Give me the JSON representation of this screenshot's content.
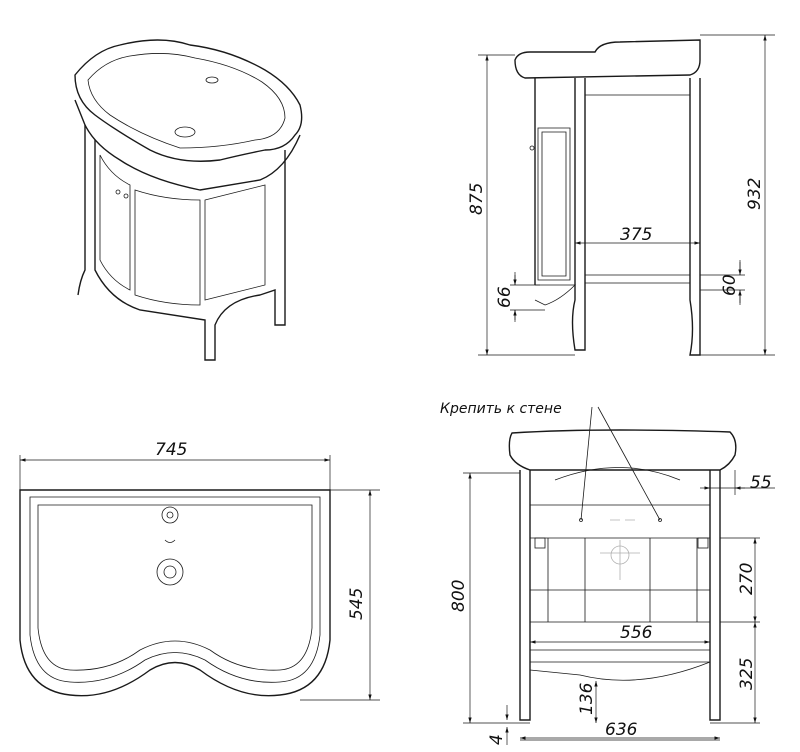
{
  "side_view": {
    "height_875": "875",
    "height_932": "932",
    "depth_375": "375",
    "dim_66": "66",
    "dim_60": "60"
  },
  "top_view": {
    "width_745": "745",
    "depth_545": "545"
  },
  "front_view": {
    "note": "Крепить к стене",
    "dim_55": "55",
    "height_800": "800",
    "dim_270": "270",
    "width_556": "556",
    "dim_325": "325",
    "dim_136": "136",
    "width_636": "636",
    "dim_4": "4"
  }
}
